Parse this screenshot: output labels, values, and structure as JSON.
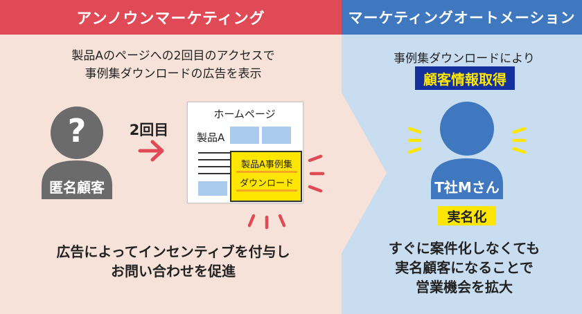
{
  "left": {
    "header": "アンノウンマーケティング",
    "description_line1": "製品Aのページへの2回目のアクセスで",
    "description_line2": "事例集ダウンロードの広告を表示",
    "visit_count": "2回目",
    "person_label": "匿名顧客",
    "person_symbol": "?",
    "webpage": {
      "title": "ホームページ",
      "product_label": "製品A",
      "ad_line1": "製品A事例集",
      "ad_line2": "ダウンロード"
    },
    "conclusion_line1": "広告によってインセンティブを付与し",
    "conclusion_line2": "お問い合わせを促進"
  },
  "right": {
    "header": "マーケティングオートメーション",
    "description_line1": "事例集ダウンロードにより",
    "highlight_label": "顧客情報取得",
    "person_label": "T社Mさん",
    "realname_label": "実名化",
    "conclusion_line1": "すぐに案件化しなくても",
    "conclusion_line2": "実名顧客になることで",
    "conclusion_line3": "営業機会を拡大"
  },
  "colors": {
    "left_header": "#e04a56",
    "left_bg": "#f6e2d8",
    "right_header": "#3f78bf",
    "right_bg": "#c9ddf1",
    "arrow_red": "#e04a56",
    "anon_gray": "#6b6b6b",
    "known_blue": "#3f78bf",
    "ad_yellow": "#ffe600",
    "highlight_navy": "#14309c",
    "underline_orange": "#f5a623",
    "placeholder_blue": "#a8cbee"
  }
}
